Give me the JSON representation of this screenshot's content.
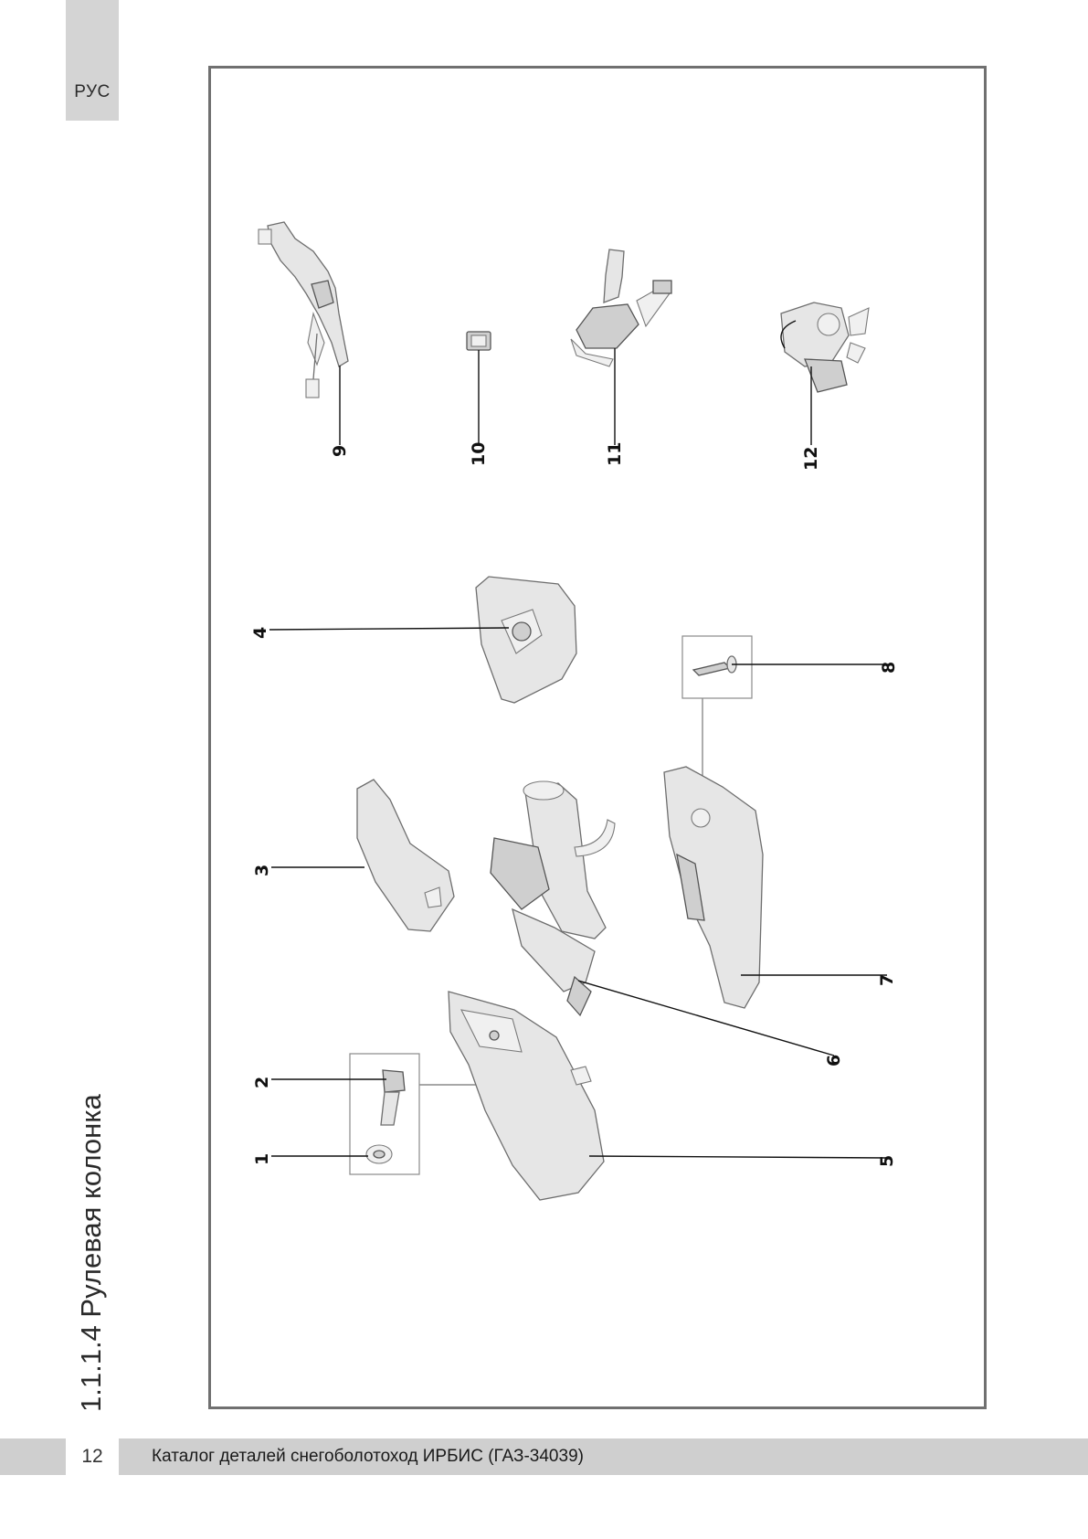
{
  "header": {
    "language_tab": "РУС"
  },
  "section": {
    "title": "1.1.1.4 Рулевая колонка"
  },
  "footer": {
    "page_number": "12",
    "catalog_title": "Каталог деталей снегоболотоход ИРБИС (ГАЗ-34039)"
  },
  "diagram": {
    "callouts": {
      "c1": "1",
      "c2": "2",
      "c3": "3",
      "c4": "4",
      "c5": "5",
      "c6": "6",
      "c7": "7",
      "c8": "8",
      "c9": "9",
      "c10": "10",
      "c11": "11",
      "c12": "12"
    }
  }
}
